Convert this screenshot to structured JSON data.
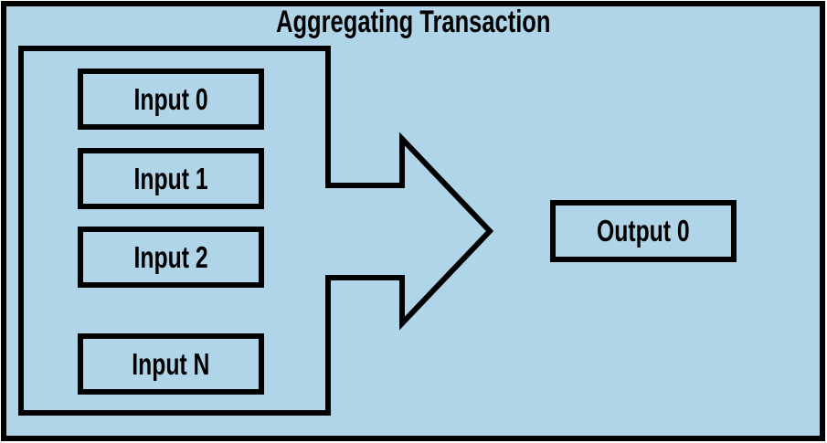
{
  "diagram": {
    "title": "Aggregating Transaction",
    "inputs": [
      {
        "label": "Input 0"
      },
      {
        "label": "Input 1"
      },
      {
        "label": "Input 2"
      },
      {
        "label": "Input N"
      }
    ],
    "output": {
      "label": "Output 0"
    },
    "arrow": {
      "icon": "block-arrow-right-icon",
      "direction": "right"
    },
    "colors": {
      "background": "#b0d4e8",
      "line": "#000000",
      "text": "#000000",
      "page": "#ffffff"
    }
  }
}
